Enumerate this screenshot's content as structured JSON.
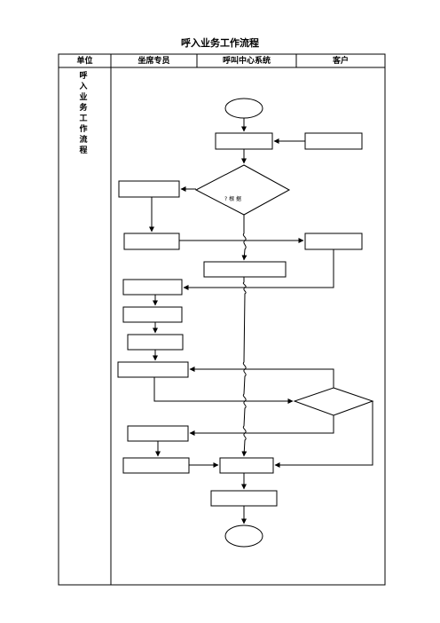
{
  "title": "呼入业务工作流程",
  "columns": [
    "单位",
    "坐席专员",
    "呼叫中心系统",
    "客户"
  ],
  "unit_label": [
    "呼",
    "入",
    "业",
    "务",
    "工",
    "作",
    "流",
    "程"
  ],
  "decision_text": "? 根 据"
}
